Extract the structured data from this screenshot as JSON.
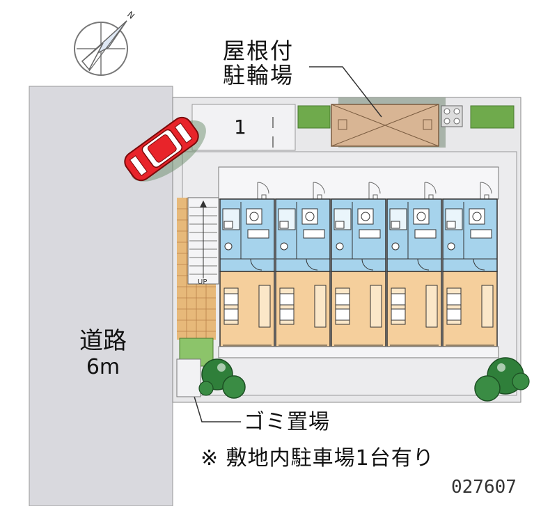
{
  "labels": {
    "roof_line1": "屋根付",
    "roof_line2": "駐輪場",
    "road_line1": "道路",
    "road_line2": "6m",
    "trash": "ゴミ置場",
    "note": "※ 敷地内駐車場1台有り",
    "code": "027607",
    "parking_slot": "1",
    "stairs": "UP"
  },
  "compass": {
    "north_letter": "N"
  },
  "building": {
    "unit_count": 5
  },
  "colors": {
    "road": "#d9d9de",
    "site": "#e8e8ea",
    "wet_area": "#a6d3ec",
    "room": "#f5cf9c",
    "roof": "#d8b594",
    "brick": "#e7b97a",
    "car": "#e8242a",
    "green": "#6faa4c",
    "tree": "#2f7f3a",
    "shadow": "#6c8d6c"
  }
}
